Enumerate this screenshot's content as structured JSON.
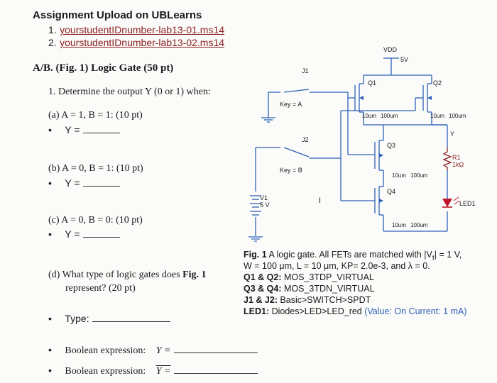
{
  "header": {
    "title": "Assignment Upload on UBLearns",
    "files": [
      {
        "num": "1.",
        "name": "yourstudentIDnumber-lab13-01.ms14"
      },
      {
        "num": "2.",
        "name": "yourstudentIDnumber-lab13-02.ms14"
      }
    ]
  },
  "section": {
    "heading": "A/B. (Fig. 1) Logic Gate (50 pt)",
    "q1": "1.  Determine the output Y (0 or 1) when:",
    "parts": [
      {
        "label": "(a) A = 1, B = 1: (10 pt)",
        "answer": "Y ="
      },
      {
        "label": "(b) A = 0, B = 1: (10 pt)",
        "answer": "Y ="
      },
      {
        "label": "(c) A = 0, B = 0: (10 pt)",
        "answer": "Y ="
      }
    ],
    "d_line1": "(d) What type of logic gates does",
    "d_fig": "Fig. 1",
    "d_line2": "represent? (20 pt)",
    "type_label": "Type:",
    "bool1": "Boolean expression:",
    "bool1_eq": "Y =",
    "bool2": "Boolean expression:",
    "bool2_eq": "Y =",
    "bullet": "•"
  },
  "circuit": {
    "vdd": "VDD",
    "vdd_val": "5V",
    "j1": "J1",
    "j2": "J2",
    "key_a": "Key = A",
    "key_b": "Key = B",
    "q1": "Q1",
    "q2": "Q2",
    "q3": "Q3",
    "q4": "Q4",
    "size_l": "10um",
    "size_w": "100um",
    "r1": "R1",
    "r1_val": "1kΩ",
    "y": "Y",
    "led": "LED1",
    "v1": "V1",
    "v1_val": "5 V",
    "i_mark": "I",
    "colors": {
      "wire": "#2e5fb8",
      "led": "#c0182a",
      "resistor": "#8a1e1e"
    }
  },
  "caption": {
    "line1_bold": "Fig. 1",
    "line1": " A logic gate. All FETs are matched with |V",
    "line1_sub": "t",
    "line1_end": "| = 1 V,",
    "line2": "W = 100 μm, L = 10 μm, KP= 2.0e-3, and λ = 0.",
    "line3_bold": "Q1 & Q2:",
    "line3": " MOS_3TDP_VIRTUAL",
    "line4_bold": "Q3 & Q4:",
    "line4": " MOS_3TDN_VIRTUAL",
    "line5_bold": "J1 & J2:",
    "line5": " Basic>SWITCH>SPDT",
    "line6_bold": "LED1:",
    "line6": " Diodes>LED>LED_red",
    "line6_note": " (Value: On Current: 1 mA)"
  }
}
